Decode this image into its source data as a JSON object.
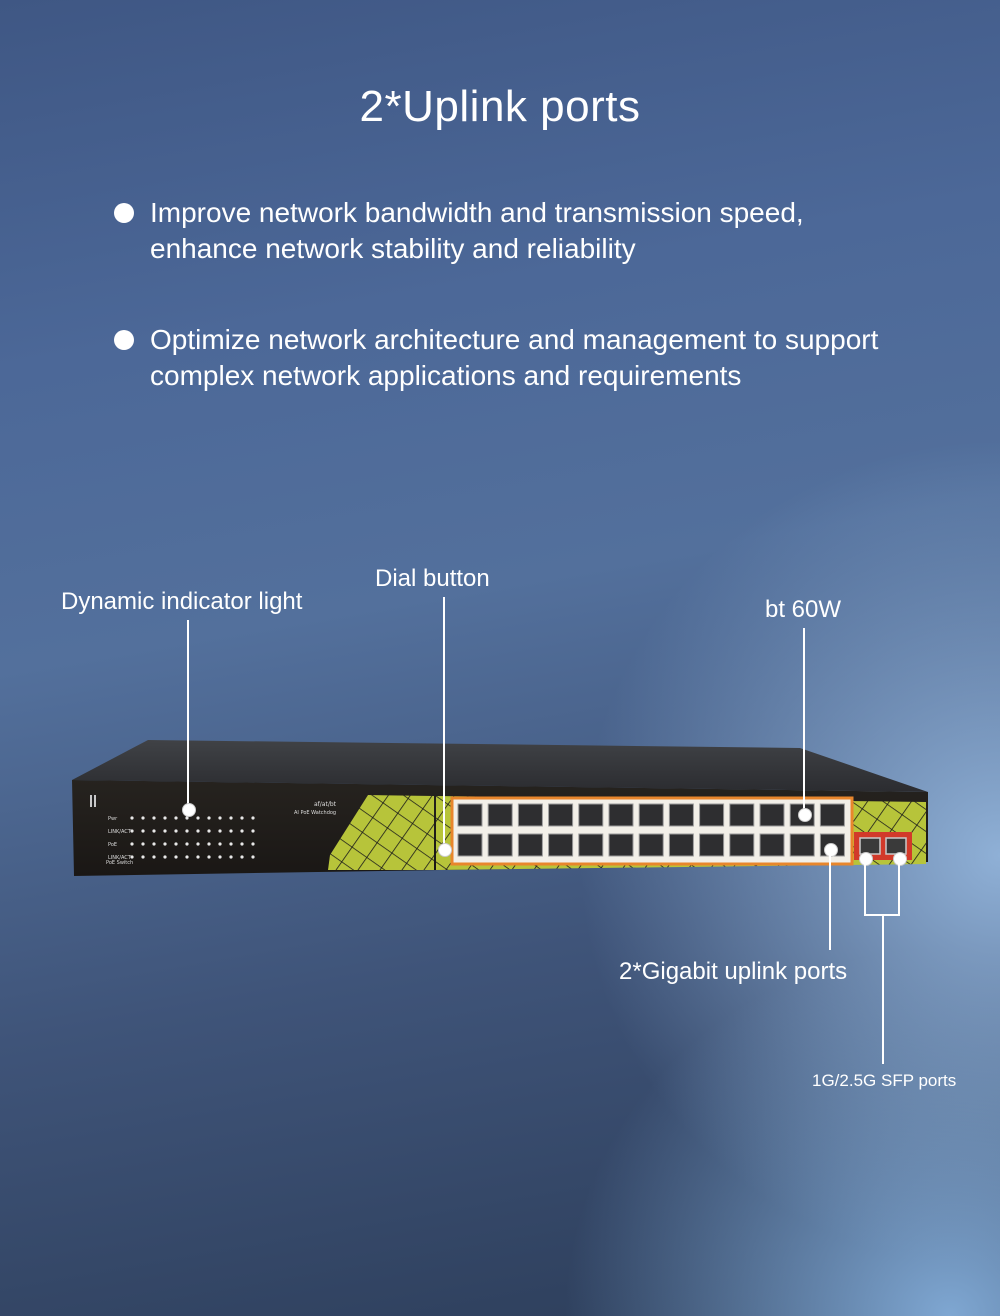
{
  "header": {
    "title": "2*Uplink ports"
  },
  "features": [
    {
      "line1": "Improve network bandwidth and transmission speed,",
      "line2": "enhance network stability and reliability"
    },
    {
      "line1": "Optimize network architecture and management to support",
      "line2": "complex network applications and requirements"
    }
  ],
  "callouts": {
    "indicator": "Dynamic indicator light",
    "dial": "Dial button",
    "bt": "bt 60W",
    "gigabit": "2*Gigabit uplink ports",
    "sfp": "1G/2.5G SFP ports"
  },
  "device": {
    "panel_top_text": "af/at/bt",
    "panel_sub_text": "AI PoE Watchdog",
    "model_text": "PoE Switch",
    "colors": {
      "accent": "#b7c43a",
      "orange": "#e8862c",
      "sfp_red": "#d23a2a",
      "body": "#2a2b2e",
      "panel": "#1e1a17"
    }
  }
}
